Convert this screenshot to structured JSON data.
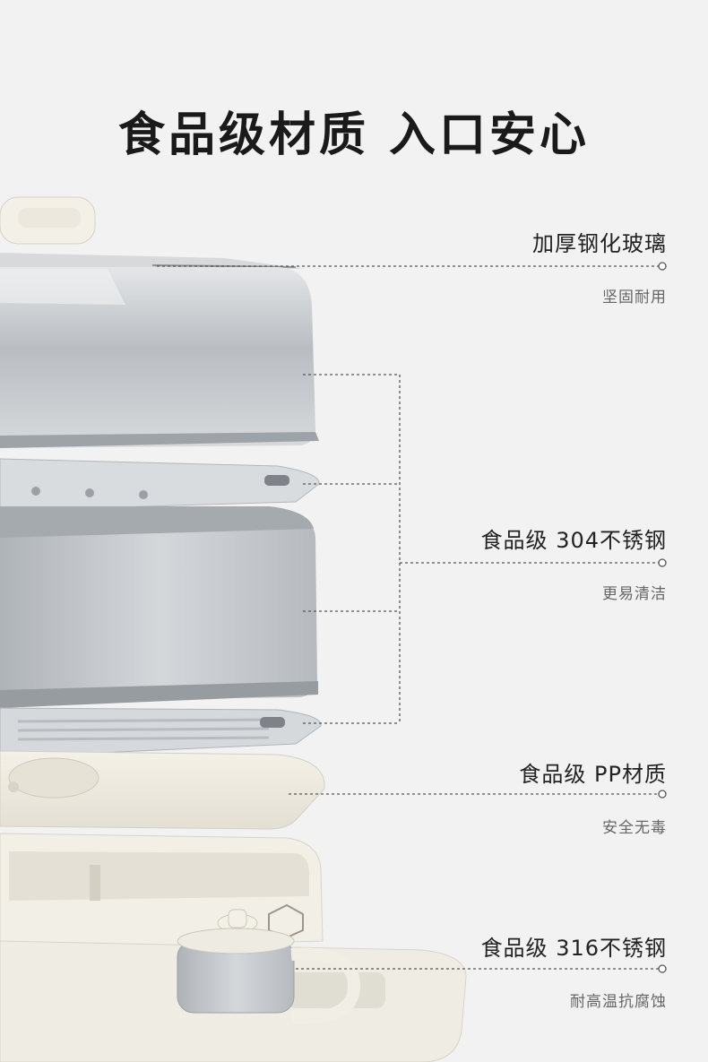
{
  "headline": "食品级材质 入口安心",
  "callouts": [
    {
      "title": "加厚钢化玻璃",
      "subtitle": "坚固耐用"
    },
    {
      "title": "食品级 304不锈钢",
      "subtitle": "更易清洁"
    },
    {
      "title": "食品级 PP材质",
      "subtitle": "安全无毒"
    },
    {
      "title": "食品级 316不锈钢",
      "subtitle": "耐高温抗腐蚀"
    }
  ]
}
